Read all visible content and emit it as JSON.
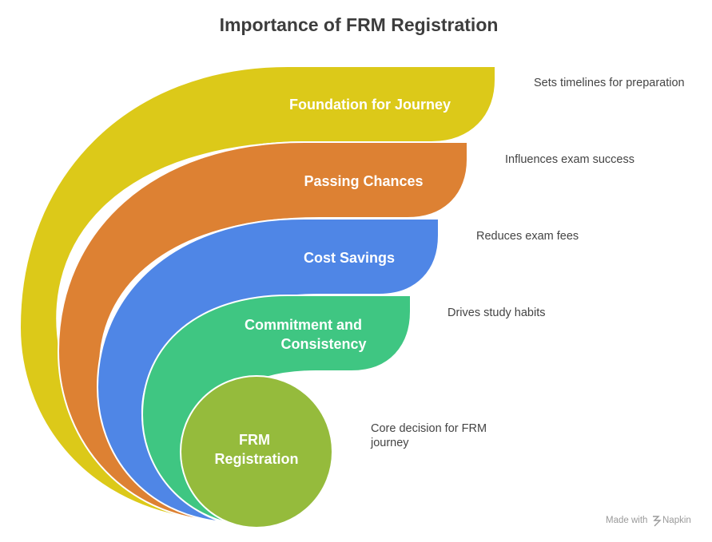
{
  "title": "Importance of FRM Registration",
  "layers": [
    {
      "label_lines": [
        "Foundation for Journey"
      ],
      "description_lines": [
        "Sets timelines for preparation"
      ],
      "color": "#dcc919"
    },
    {
      "label_lines": [
        "Passing Chances"
      ],
      "description_lines": [
        "Influences exam success"
      ],
      "color": "#dd8133"
    },
    {
      "label_lines": [
        "Cost Savings"
      ],
      "description_lines": [
        "Reduces exam fees"
      ],
      "color": "#4f86e6"
    },
    {
      "label_lines": [
        "Commitment and",
        "Consistency"
      ],
      "description_lines": [
        "Drives study habits"
      ],
      "color": "#3fc682"
    },
    {
      "label_lines": [
        "FRM",
        "Registration"
      ],
      "description_lines": [
        "Core decision for FRM",
        "journey"
      ],
      "color": "#95bb3c"
    }
  ],
  "credit": {
    "made_with": "Made with",
    "brand": "Napkin"
  }
}
